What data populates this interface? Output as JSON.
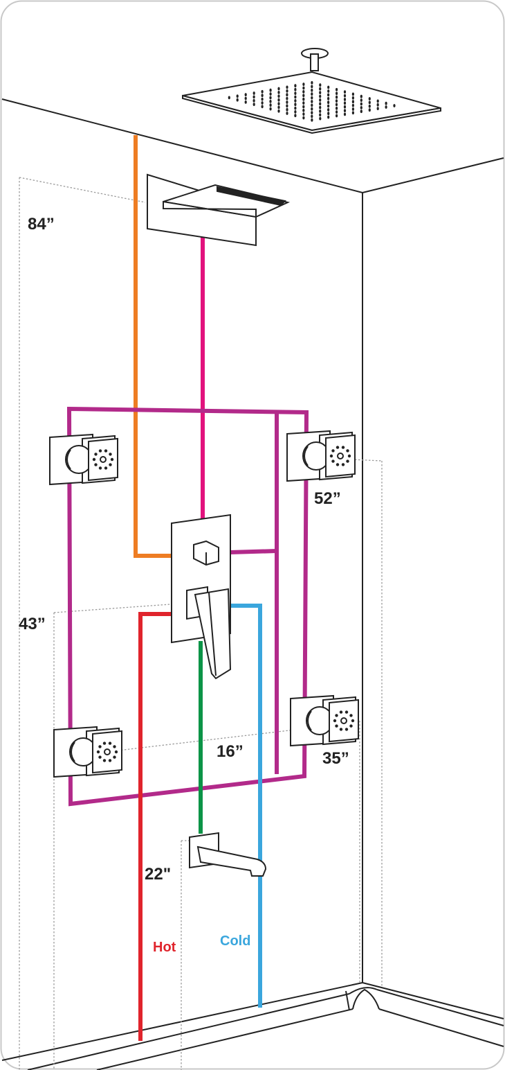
{
  "diagram": {
    "dimensions": {
      "rain_shower_height": "84”",
      "upper_jets_height": "52”",
      "valve_height": "43”",
      "lower_jets_height": "35”",
      "jet_spacing": "16”",
      "spout_height": "22\""
    },
    "pipe_labels": {
      "hot": "Hot",
      "cold": "Cold"
    },
    "colors": {
      "hot": "#e0242c",
      "cold": "#3aa6dd",
      "waterfall_supply": "#ee7d23",
      "rain_supply": "#e2137d",
      "jets_loop": "#b22a8a",
      "spout_supply": "#0c9447",
      "outline": "#222222",
      "dimension_line": "#9a9a9a"
    },
    "components": [
      "ceiling-rain-shower-head",
      "wall-waterfall-spout",
      "body-jet-upper-left",
      "body-jet-upper-right",
      "body-jet-lower-left",
      "body-jet-lower-right",
      "shower-mixing-valve",
      "tub-spout"
    ]
  }
}
